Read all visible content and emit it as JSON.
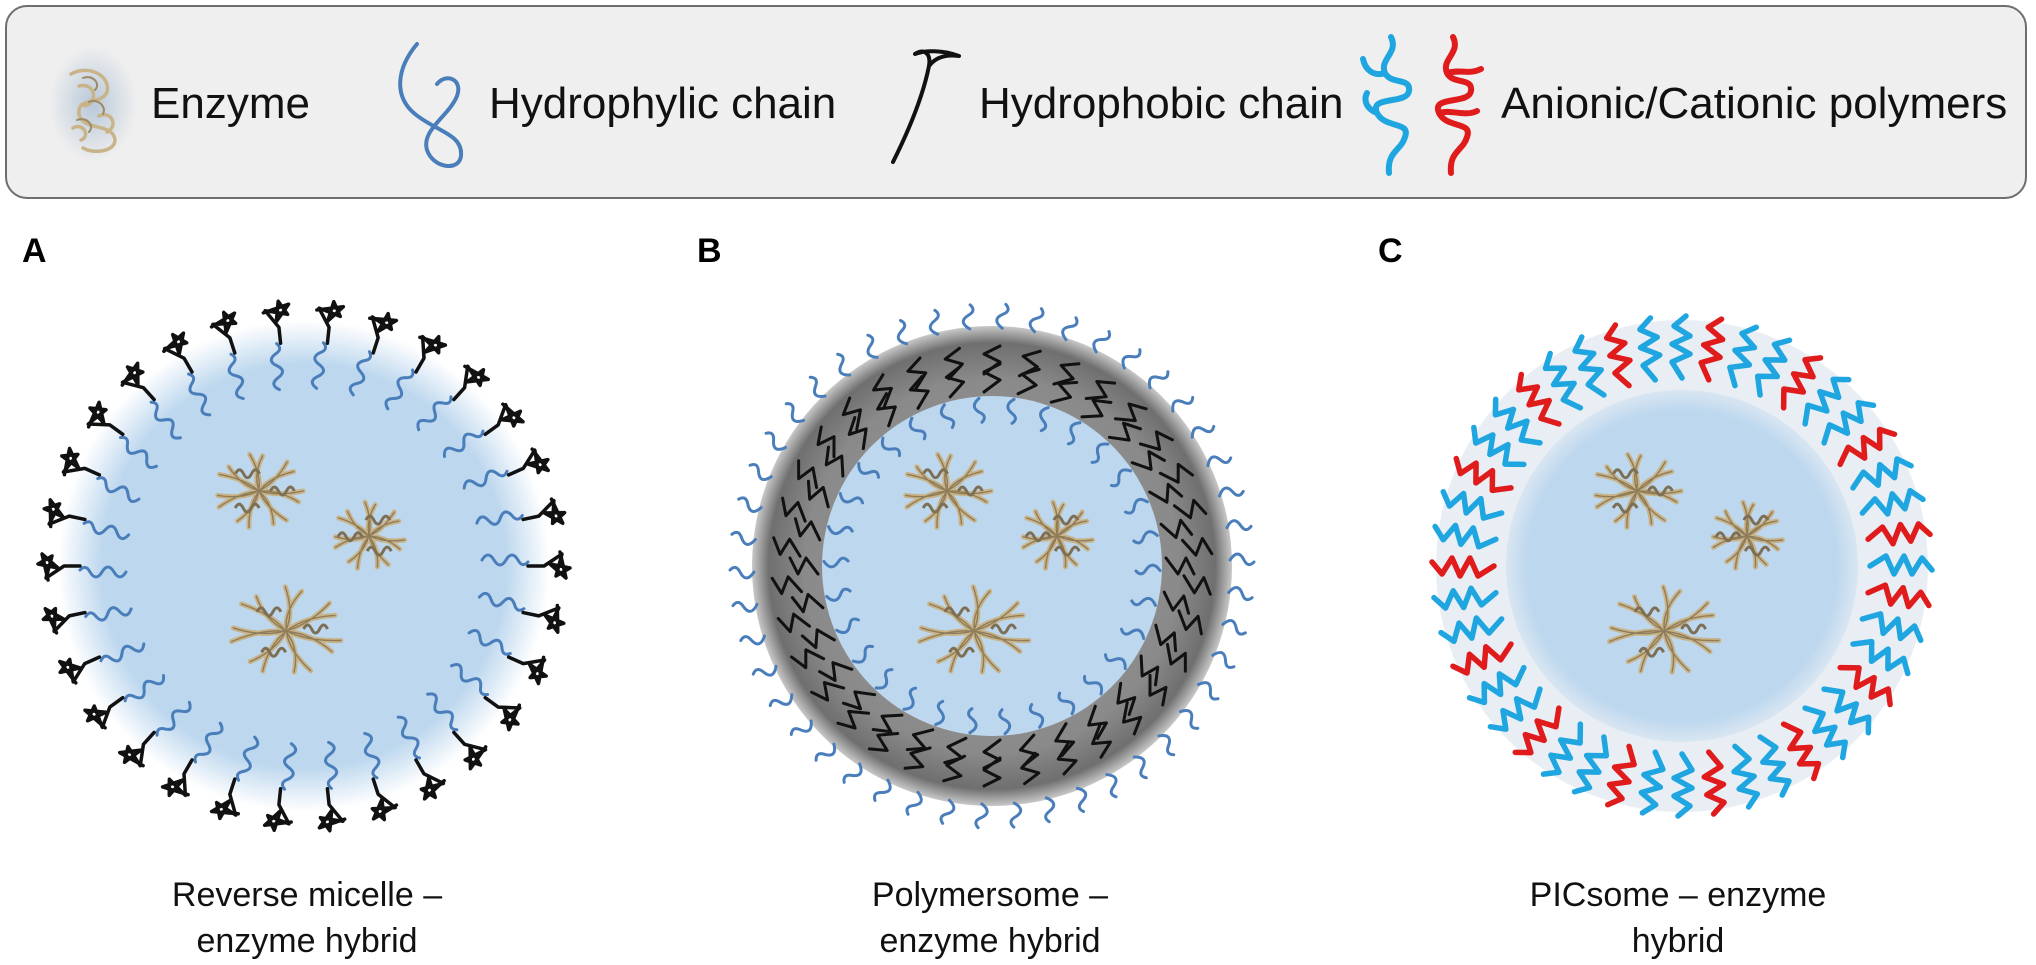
{
  "legend": {
    "items": [
      {
        "label": "Enzyme",
        "icon": "enzyme-icon"
      },
      {
        "label": "Hydrophylic chain",
        "icon": "hydrophilic-chain-icon"
      },
      {
        "label": "Hydrophobic chain",
        "icon": "hydrophobic-chain-icon"
      },
      {
        "label": "Anionic/Cationic polymers",
        "icon": "anionic-cationic-polymers-icon"
      }
    ]
  },
  "colors": {
    "core": "#bdd7ee",
    "hydrophilic": "#4a7ebb",
    "hydrophobic": "#111111",
    "membrane": "#7f7f7f",
    "anionic": "#1fa6e0",
    "cationic": "#e01b1b",
    "enzyme": "#c9b48a"
  },
  "panels": [
    {
      "letter": "A",
      "caption_line1": "Reverse micelle –",
      "caption_line2": "enzyme hybrid"
    },
    {
      "letter": "B",
      "caption_line1": "Polymersome –",
      "caption_line2": "enzyme hybrid"
    },
    {
      "letter": "C",
      "caption_line1": "PICsome – enzyme",
      "caption_line2": "hybrid"
    }
  ]
}
